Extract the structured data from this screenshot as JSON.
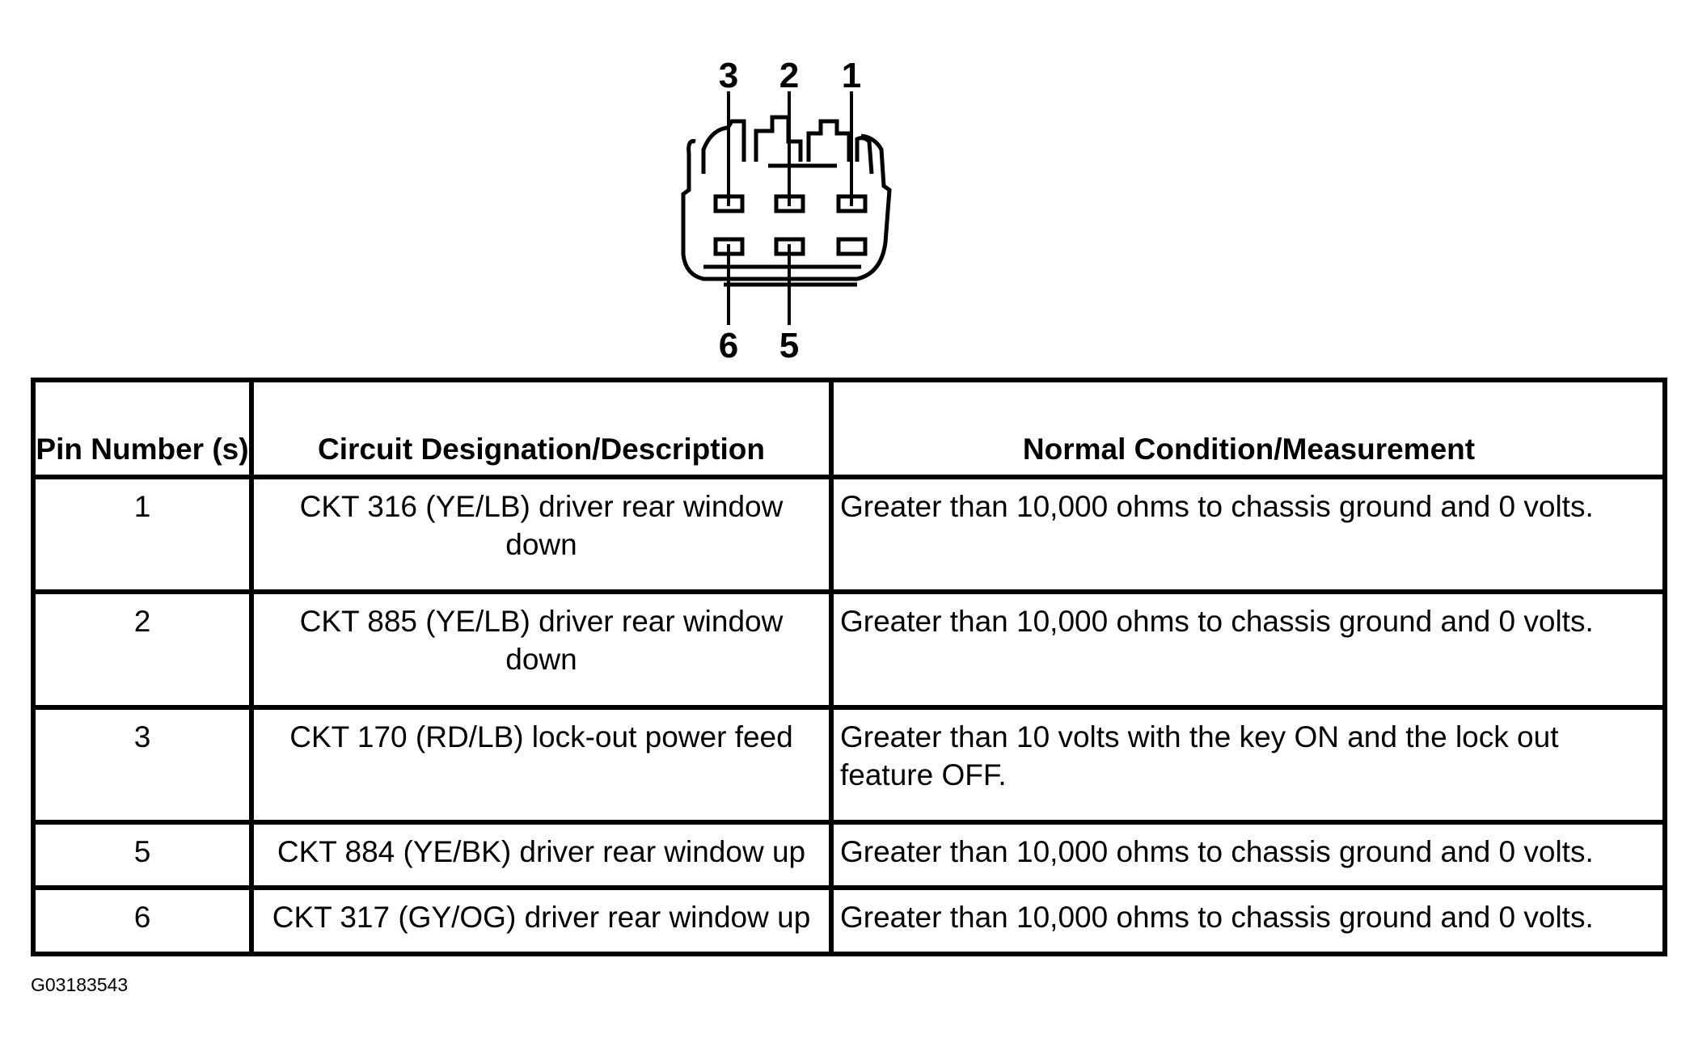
{
  "connector": {
    "top_pin_labels": [
      "3",
      "2",
      "1"
    ],
    "bottom_pin_labels": [
      "6",
      "5"
    ]
  },
  "table": {
    "headers": {
      "pin": "Pin Number (s)",
      "circuit": "Circuit Designation/Description",
      "measurement": "Normal Condition/Measurement"
    },
    "rows": [
      {
        "pin": "1",
        "circuit": "CKT 316 (YE/LB) driver rear window down",
        "measurement": "Greater than 10,000 ohms to chassis ground and 0 volts."
      },
      {
        "pin": "2",
        "circuit": "CKT 885 (YE/LB) driver rear window down",
        "measurement": "Greater than 10,000 ohms to chassis ground and 0 volts."
      },
      {
        "pin": "3",
        "circuit": "CKT 170 (RD/LB) lock-out power feed",
        "measurement": "Greater than 10 volts with the key ON and the lock out feature OFF."
      },
      {
        "pin": "5",
        "circuit": "CKT 884 (YE/BK) driver rear window up",
        "measurement": "Greater than 10,000 ohms to chassis ground and 0 volts."
      },
      {
        "pin": "6",
        "circuit": "CKT 317 (GY/OG) driver rear window up",
        "measurement": "Greater than 10,000 ohms to chassis ground and 0 volts."
      }
    ]
  },
  "figure_code": "G03183543"
}
